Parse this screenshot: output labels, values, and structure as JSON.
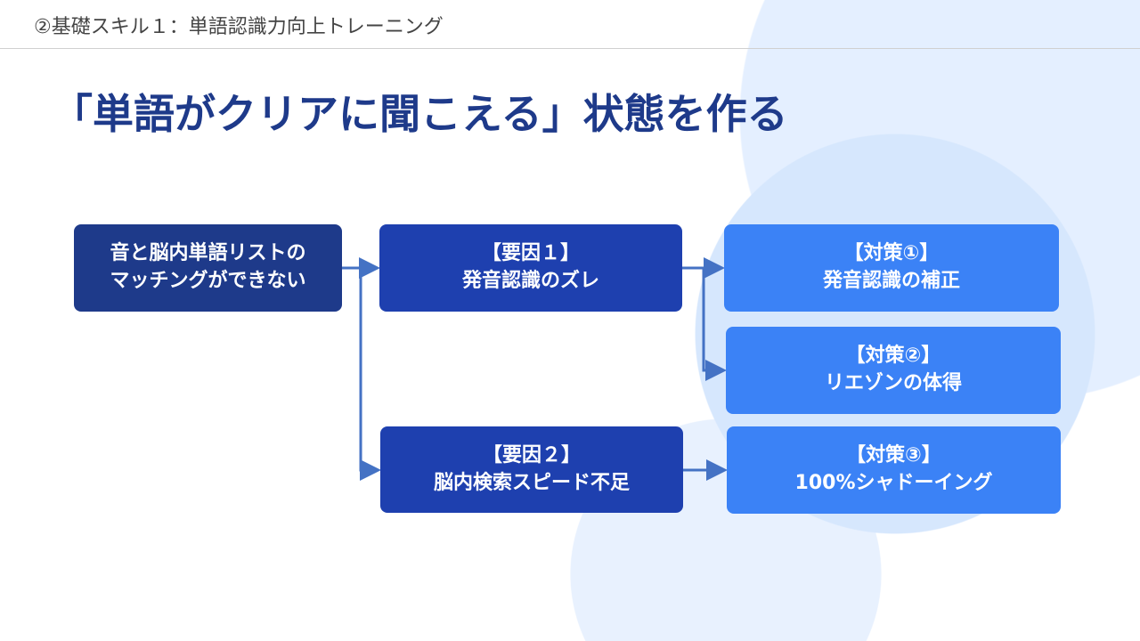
{
  "header": {
    "section": "②基礎スキル１：単語認識力向上トレーニング"
  },
  "title": "「単語がクリアに聞こえる」状態を作る",
  "problem": {
    "line1": "音と脳内単語リストの",
    "line2": "マッチングができない"
  },
  "causes": [
    {
      "label": "【要因１】",
      "text": "発音認識のズレ"
    },
    {
      "label": "【要因２】",
      "text": "脳内検索スピード不足"
    }
  ],
  "measures": [
    {
      "label": "【対策①】",
      "text": "発音認識の補正"
    },
    {
      "label": "【対策②】",
      "text": "リエゾンの体得"
    },
    {
      "label": "【対策③】",
      "text": "100%シャドーイング"
    }
  ],
  "colors": {
    "problem": "#1e3a8a",
    "cause": "#1e40af",
    "measure": "#3b82f6",
    "arrow": "#4472c4",
    "title": "#1e3a8a"
  }
}
